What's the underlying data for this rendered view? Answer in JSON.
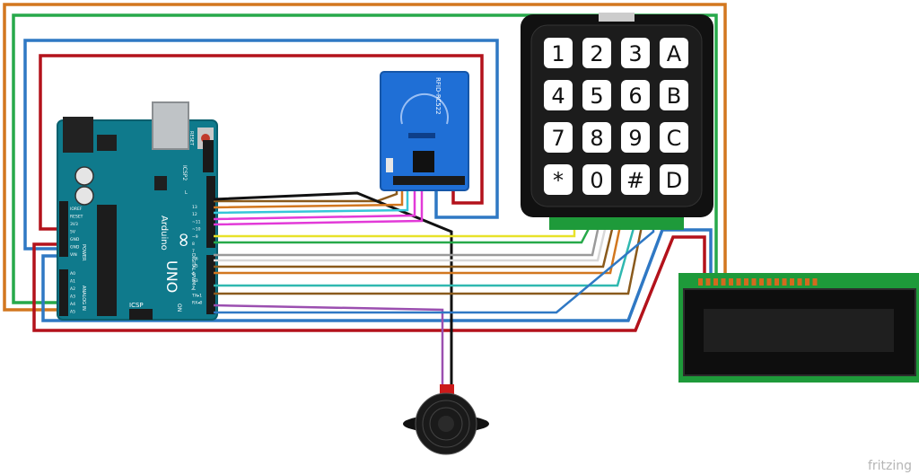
{
  "arduino": {
    "brand": "Arduino",
    "model": "UNO",
    "icsp_label": "ICSP",
    "icsp2_label": "ICSP2",
    "reset_label": "RESET",
    "on_label": "ON",
    "aref_label": "AREF",
    "gnd_label": "GND",
    "digital_label": "DIGITAL (PWM~)",
    "power_label": "POWER",
    "analog_label": "ANALOG IN",
    "power_pins": [
      "IOREF",
      "RESET",
      "3V3",
      "5V",
      "GND",
      "GND",
      "VIN"
    ],
    "analog_pins": [
      "A0",
      "A1",
      "A2",
      "A3",
      "A4",
      "A5"
    ],
    "digital_pins": [
      "13",
      "12",
      "~11",
      "~10",
      "~9",
      "8",
      "7",
      "~6",
      "~5",
      "4",
      "~3",
      "2",
      "TX▸1",
      "RX◂0"
    ],
    "tx_label": "TX",
    "rx_label": "RX",
    "l_label": "L"
  },
  "rfid": {
    "label": "RFID-RC522"
  },
  "keypad": {
    "keys": [
      "1",
      "2",
      "3",
      "A",
      "4",
      "5",
      "6",
      "B",
      "7",
      "8",
      "9",
      "C",
      "*",
      "0",
      "#",
      "D"
    ]
  },
  "lcd": {},
  "buzzer": {},
  "watermark": "fritzing",
  "colors": {
    "board": "#0f7a8c",
    "rfid": "#1f6fd6",
    "keypad": "#111111",
    "lcd_pcb": "#1e9a3a",
    "lcd_screen": "#101010",
    "red": "#b3121b",
    "blue": "#2f78c4",
    "green": "#27a94a",
    "orange": "#d2771f",
    "black": "#111111",
    "brown": "#8a5a1c",
    "cyan": "#36c6d9",
    "magenta": "#e23ad8",
    "yellow": "#e8e22a",
    "gray": "#9a9a9a",
    "white_wire": "#d8d8d8",
    "teal": "#2fb8b0",
    "purple": "#9b4fb0"
  }
}
